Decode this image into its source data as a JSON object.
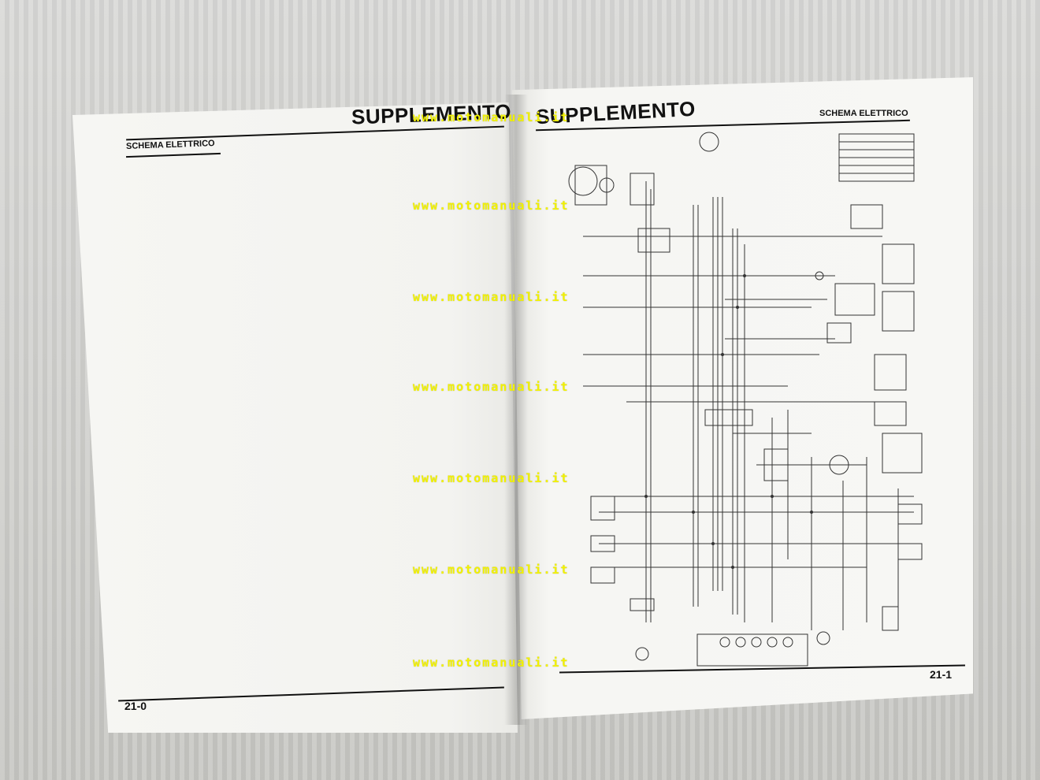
{
  "left_page": {
    "header_title": "SUPPLEMENTO",
    "section_label": "SCHEMA ELETTRICO",
    "page_number": "21-0"
  },
  "right_page": {
    "header_title": "SUPPLEMENTO",
    "section_label": "SCHEMA ELETTRICO",
    "page_number": "21-1"
  },
  "watermarks": [
    "www.motomanuali.it",
    "www.motomanuali.it",
    "www.motomanuali.it",
    "www.motomanuali.it",
    "www.motomanuali.it",
    "www.motomanuali.it",
    "www.motomanuali.it"
  ],
  "colors": {
    "watermark": "#f2f200",
    "ink": "#111111",
    "paper": "#f6f6f3"
  }
}
